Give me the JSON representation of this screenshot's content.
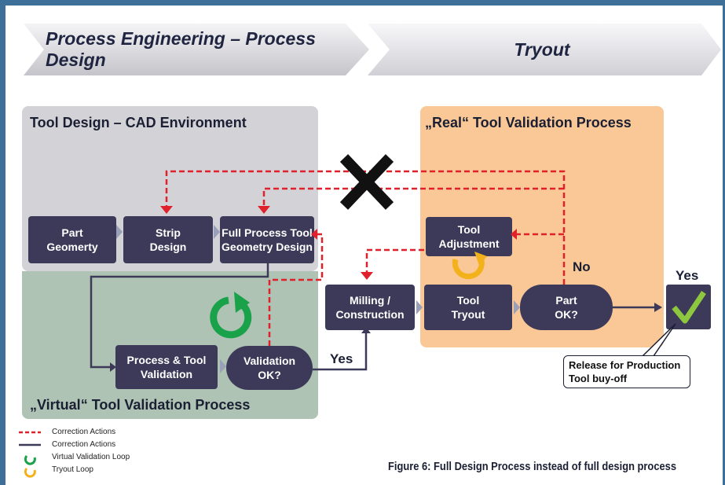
{
  "phases": {
    "left": "Process Engineering – Process Design",
    "right": "Tryout"
  },
  "areas": {
    "cad": "Tool Design – CAD Environment",
    "real": "„Real“ Tool Validation Process",
    "virtual": "„Virtual“ Tool Validation Process"
  },
  "boxes": {
    "part_geometry": "Part\nGeomerty",
    "strip_design": "Strip\nDesign",
    "full_process": "Full Process Tool\nGeometry Design",
    "process_validation": "Process & Tool\nValidation",
    "validation_ok": "Validation\nOK?",
    "milling": "Milling /\nConstruction",
    "tool_adjustment": "Tool\nAdjustment",
    "tool_tryout": "Tool\nTryout",
    "part_ok": "Part\nOK?"
  },
  "labels": {
    "yes_virtual": "Yes",
    "no_part": "No",
    "yes_part": "Yes"
  },
  "callout": {
    "line1": "Release for Production",
    "line2": "Tool buy-off"
  },
  "legend": {
    "red_dashed": "Correction Actions",
    "solid_line": "Correction Actions",
    "green_loop": "Virtual Validation Loop",
    "yellow_loop": "Tryout Loop"
  },
  "caption": "Figure 6: Full Design Process instead of full design process",
  "colors": {
    "frame": "#3d6f99",
    "box": "#3c3a58",
    "cad_area": "#d3d3d7",
    "virtual_area": "#aec3b3",
    "real_area": "#f9c896",
    "correction": "#e0202a",
    "flow_line": "#3c3a58",
    "virtual_loop": "#1aa24a",
    "tryout_loop": "#f3b21c",
    "check": "#8dc63f"
  }
}
